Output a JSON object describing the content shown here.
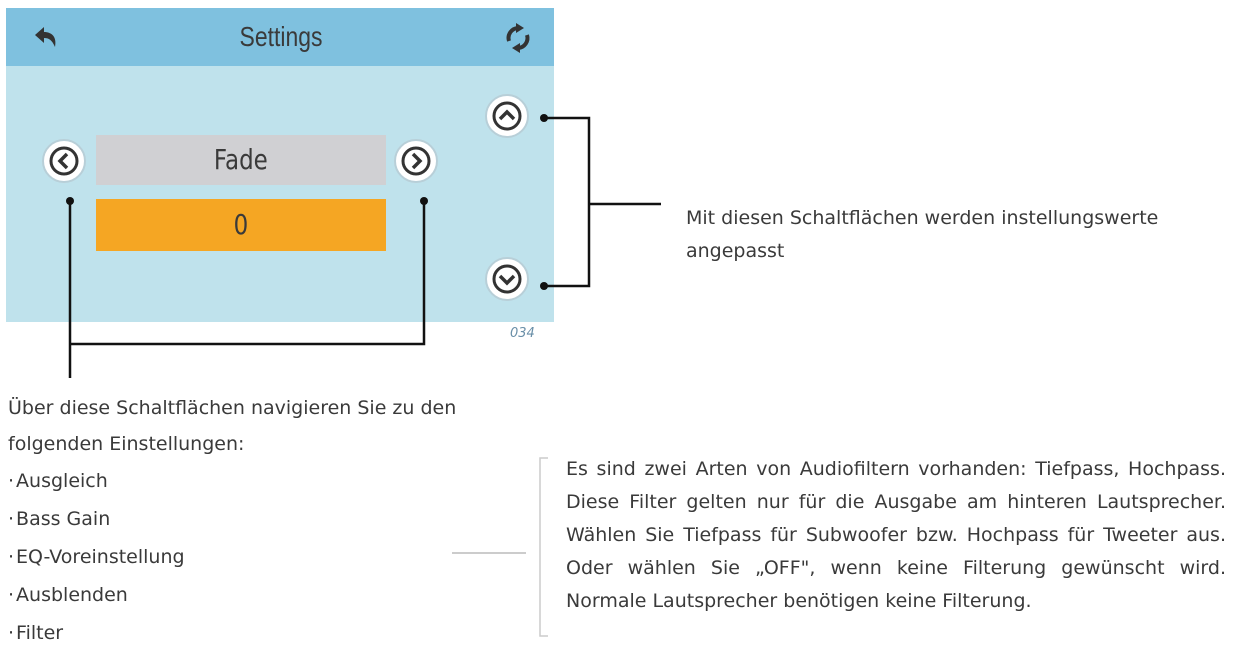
{
  "screen": {
    "title": "Settings",
    "setting_name": "Fade",
    "setting_value": "0",
    "figure_number": "034"
  },
  "callouts": {
    "value_buttons_text": "Mit diesen Schaltflächen werden instellungswerte angepasst",
    "nav_buttons_text": "Über diese Schaltflächen navigieren Sie zu den folgenden Einstellungen:",
    "settings_list": [
      "Ausgleich",
      "Bass Gain",
      "EQ-Voreinstellung",
      "Ausblenden",
      "Filter"
    ],
    "filter_text": "Es sind zwei Arten von Audiofiltern vorhanden: Tiefpass, Hochpass. Diese Filter gelten nur für die Ausgabe am  hinteren Lautsprecher. Wählen Sie Tiefpass für Subwoofer bzw. Hochpass für Tweeter aus. Oder wählen Sie „OFF\", wenn keine Filterung gewünscht wird. Normale Lautsprecher benötigen keine Filterung."
  },
  "icons": {
    "back": "back-arrow-icon",
    "refresh": "refresh-icon",
    "prev": "chevron-left-icon",
    "next": "chevron-right-icon",
    "up": "chevron-up-icon",
    "down": "chevron-down-icon"
  },
  "colors": {
    "screen_bg": "#bfe2ec",
    "topbar_bg": "#7fc1df",
    "name_box": "#d0d0d3",
    "value_box": "#f5a623"
  }
}
